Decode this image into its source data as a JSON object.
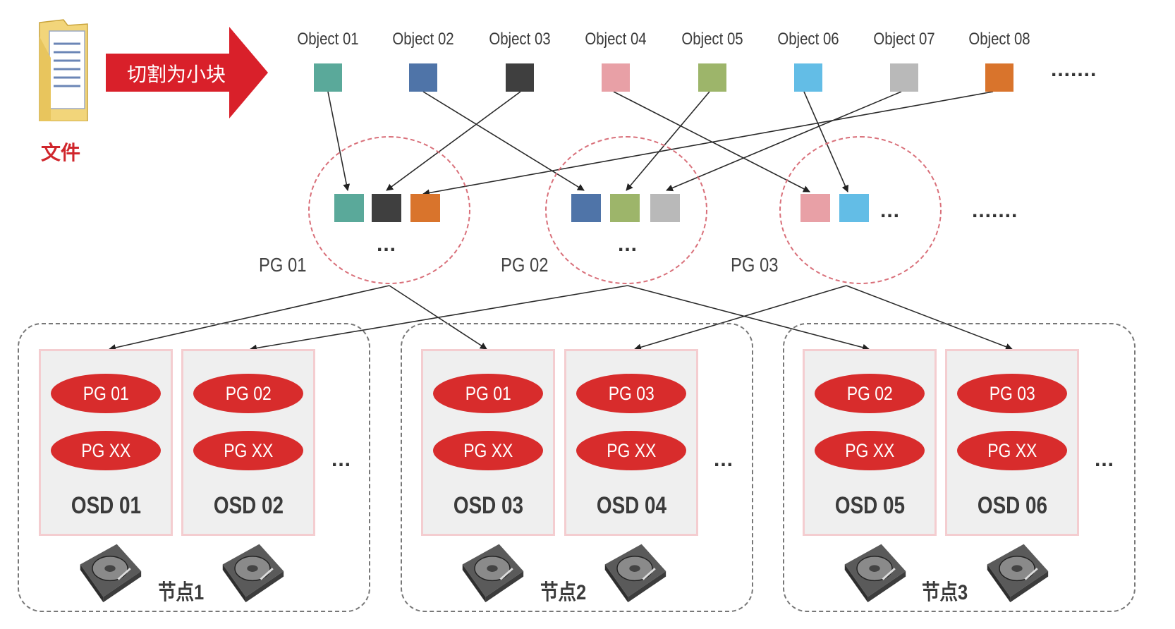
{
  "file": {
    "label": "文件",
    "icon": "folder-document-icon"
  },
  "split_arrow": {
    "label": "切割为小块",
    "color": "#d9202a"
  },
  "objects": [
    {
      "label": "Object 01",
      "color": "#5aa99a"
    },
    {
      "label": "Object 02",
      "color": "#4f74a8"
    },
    {
      "label": "Object 03",
      "color": "#3f3f3f"
    },
    {
      "label": "Object 04",
      "color": "#e8a0a6"
    },
    {
      "label": "Object 05",
      "color": "#9db56a"
    },
    {
      "label": "Object 06",
      "color": "#63bde6"
    },
    {
      "label": "Object 07",
      "color": "#b9b9b9"
    },
    {
      "label": "Object 08",
      "color": "#d9742c"
    }
  ],
  "objects_more": ".......",
  "pgs": [
    {
      "label": "PG 01",
      "more": "...",
      "members": [
        0,
        2,
        7
      ]
    },
    {
      "label": "PG 02",
      "more": "...",
      "members": [
        1,
        4,
        6
      ]
    },
    {
      "label": "PG 03",
      "more": "...",
      "members": [
        3,
        5
      ]
    }
  ],
  "pgs_more": ".......",
  "nodes": [
    {
      "label": "节点1",
      "more": "...",
      "osds": [
        {
          "label": "OSD 01",
          "pgs": [
            "PG 01",
            "PG XX"
          ]
        },
        {
          "label": "OSD 02",
          "pgs": [
            "PG 02",
            "PG XX"
          ]
        }
      ]
    },
    {
      "label": "节点2",
      "more": "...",
      "osds": [
        {
          "label": "OSD 03",
          "pgs": [
            "PG 01",
            "PG XX"
          ]
        },
        {
          "label": "OSD 04",
          "pgs": [
            "PG 03",
            "PG XX"
          ]
        }
      ]
    },
    {
      "label": "节点3",
      "more": "...",
      "osds": [
        {
          "label": "OSD 05",
          "pgs": [
            "PG 02",
            "PG XX"
          ]
        },
        {
          "label": "OSD 06",
          "pgs": [
            "PG 03",
            "PG XX"
          ]
        }
      ]
    }
  ],
  "disk_icon": "hard-disk-icon",
  "colors": {
    "accent_red": "#d82c2c",
    "pg_ring": "#d9707a",
    "osd_border": "#f4cdd0"
  }
}
